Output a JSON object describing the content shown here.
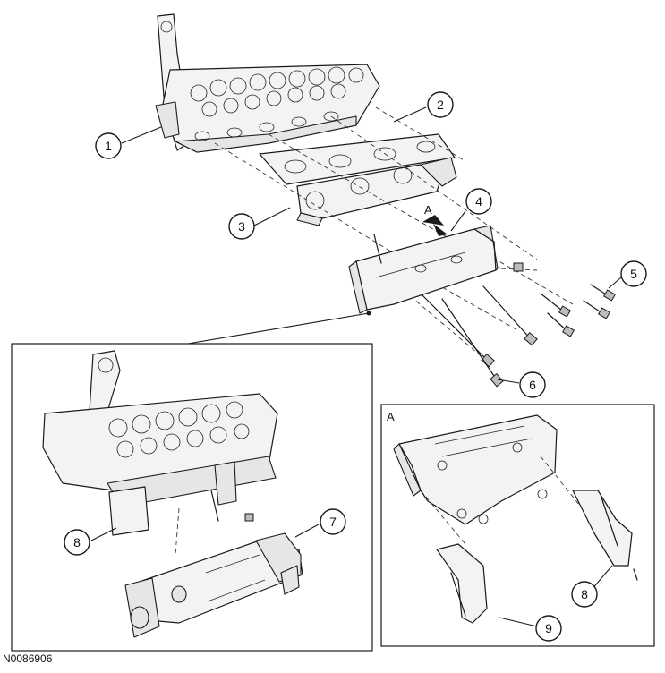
{
  "callouts": [
    "1",
    "2",
    "3",
    "4",
    "5",
    "6",
    "7",
    "8",
    "8",
    "9"
  ],
  "view_label_arrow": "A",
  "view_label_box": "A",
  "figure_id": "N0086906"
}
